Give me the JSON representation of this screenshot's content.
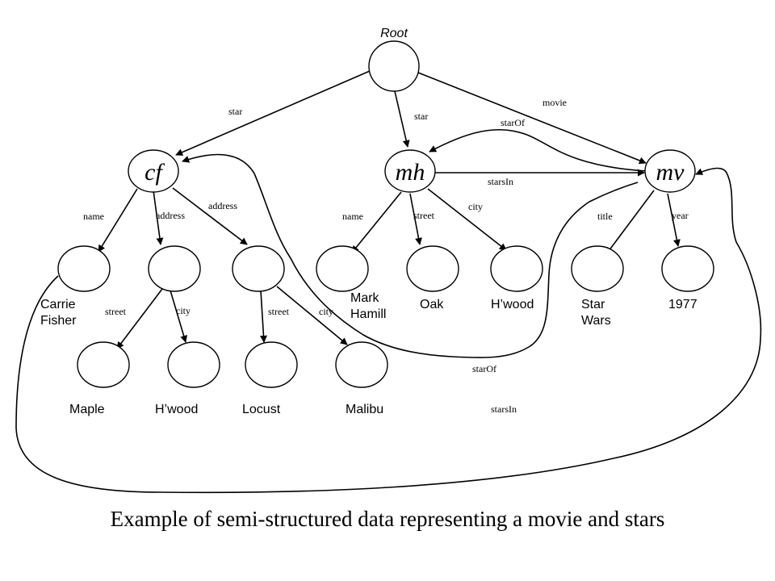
{
  "caption": "Example of semi-structured data representing a movie and stars",
  "root_label": "Root",
  "nodes": {
    "cf": "cf",
    "mh": "mh",
    "mv": "mv"
  },
  "values": {
    "carrie_fisher": [
      "Carrie",
      "Fisher"
    ],
    "mark_hamill": [
      "Mark",
      "Hamill"
    ],
    "oak": "Oak",
    "hwood_mh": "H’wood",
    "star_wars": [
      "Star",
      "Wars"
    ],
    "year_1977": "1977",
    "maple": "Maple",
    "hwood_cf": "H’wood",
    "locust": "Locust",
    "malibu": "Malibu"
  },
  "edges": {
    "root_cf": "star",
    "root_mh": "star",
    "root_mv": "movie",
    "mv_mh_starof": "starOf",
    "mh_mv_starsin": "starsIn",
    "cf_name": "name",
    "cf_address1": "address",
    "cf_address2": "address",
    "mh_name": "name",
    "mh_street": "street",
    "mh_city": "city",
    "mv_title": "title",
    "mv_year": "year",
    "addr1_street": "street",
    "addr1_city": "city",
    "addr2_street": "street",
    "addr2_city": "city",
    "cf_starof": "starOf",
    "cf_starsin": "starsIn"
  }
}
